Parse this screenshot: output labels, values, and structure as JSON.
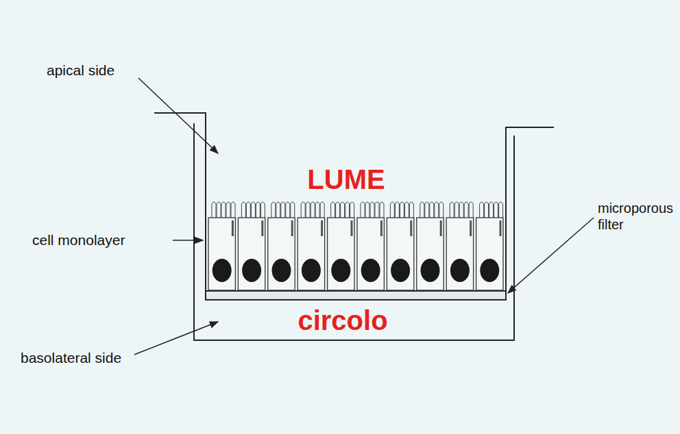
{
  "diagram": {
    "labels": [
      "apical side",
      "LUME",
      "cell monolayer",
      "microporous filter",
      "circolo",
      "basolateral side"
    ]
  }
}
